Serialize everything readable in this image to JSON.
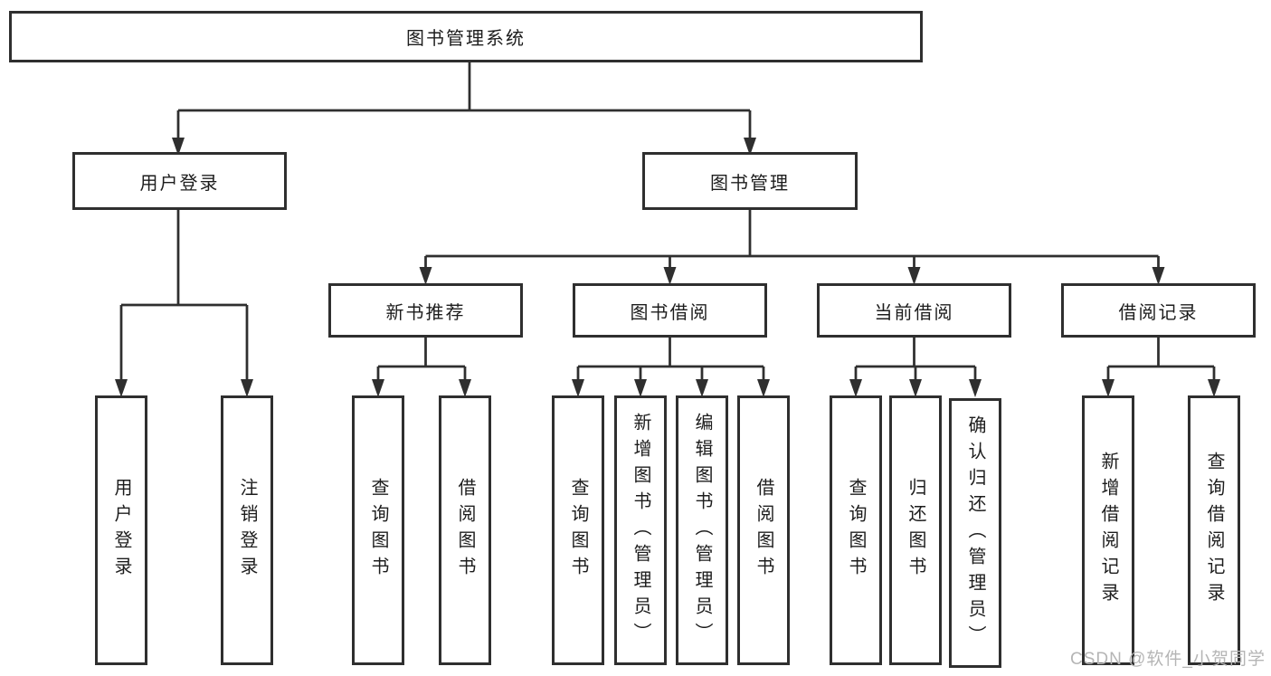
{
  "diagram": {
    "type": "tree",
    "tree": {
      "root": {
        "label": "图书管理系统"
      },
      "branches": [
        {
          "label": "用户登录",
          "children": [
            "用户登录",
            "注销登录"
          ]
        },
        {
          "label": "图书管理",
          "sections": [
            {
              "label": "新书推荐",
              "children": [
                "查询图书",
                "借阅图书"
              ]
            },
            {
              "label": "图书借阅",
              "children": [
                "查询图书",
                "新增图书（管理员）",
                "编辑图书（管理员）",
                "借阅图书"
              ]
            },
            {
              "label": "当前借阅",
              "children": [
                "查询图书",
                "归还图书",
                "确认归还（管理员）"
              ]
            },
            {
              "label": "借阅记录",
              "children": [
                "新增借阅记录",
                "查询借阅记录"
              ]
            }
          ]
        }
      ]
    }
  },
  "watermark": {
    "text": "CSDN @软件_小贺同学"
  },
  "colors": {
    "line": "#2f2f2f",
    "text": "#1d1d1d",
    "watermark": "#b5b5b5",
    "bg": "#ffffff"
  }
}
